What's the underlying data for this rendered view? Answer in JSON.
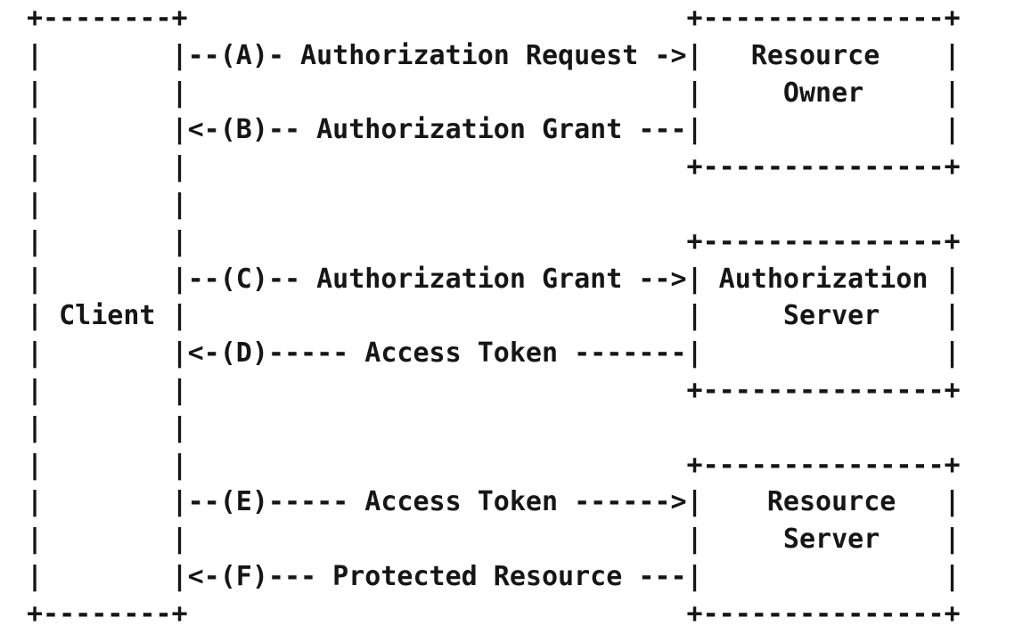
{
  "colors": {
    "background": "#ffffff",
    "text": "#161616"
  },
  "diagram": {
    "type": "ascii-flow",
    "entities": [
      {
        "id": "client",
        "label": "Client"
      },
      {
        "id": "resource-owner",
        "label": "Resource Owner"
      },
      {
        "id": "authorization-server",
        "label": "Authorization Server"
      },
      {
        "id": "resource-server",
        "label": "Resource Server"
      }
    ],
    "steps": [
      {
        "id": "A",
        "label": "Authorization Request",
        "from": "Client",
        "to": "Resource Owner"
      },
      {
        "id": "B",
        "label": "Authorization Grant",
        "from": "Resource Owner",
        "to": "Client"
      },
      {
        "id": "C",
        "label": "Authorization Grant",
        "from": "Client",
        "to": "Authorization Server"
      },
      {
        "id": "D",
        "label": "Access Token",
        "from": "Authorization Server",
        "to": "Client"
      },
      {
        "id": "E",
        "label": "Access Token",
        "from": "Client",
        "to": "Resource Server"
      },
      {
        "id": "F",
        "label": "Protected Resource",
        "from": "Resource Server",
        "to": "Client"
      }
    ],
    "ascii_lines": [
      "+--------+                               +---------------+",
      "|        |--(A)- Authorization Request ->|   Resource    |",
      "|        |                               |     Owner     |",
      "|        |<-(B)-- Authorization Grant ---|               |",
      "|        |                               +---------------+",
      "|        |",
      "|        |                               +---------------+",
      "|        |--(C)-- Authorization Grant -->| Authorization |",
      "| Client |                               |     Server    |",
      "|        |<-(D)----- Access Token -------|               |",
      "|        |                               +---------------+",
      "|        |",
      "|        |                               +---------------+",
      "|        |--(E)----- Access Token ------>|    Resource   |",
      "|        |                               |     Server    |",
      "|        |<-(F)--- Protected Resource ---|               |",
      "+--------+                               +---------------+"
    ]
  }
}
